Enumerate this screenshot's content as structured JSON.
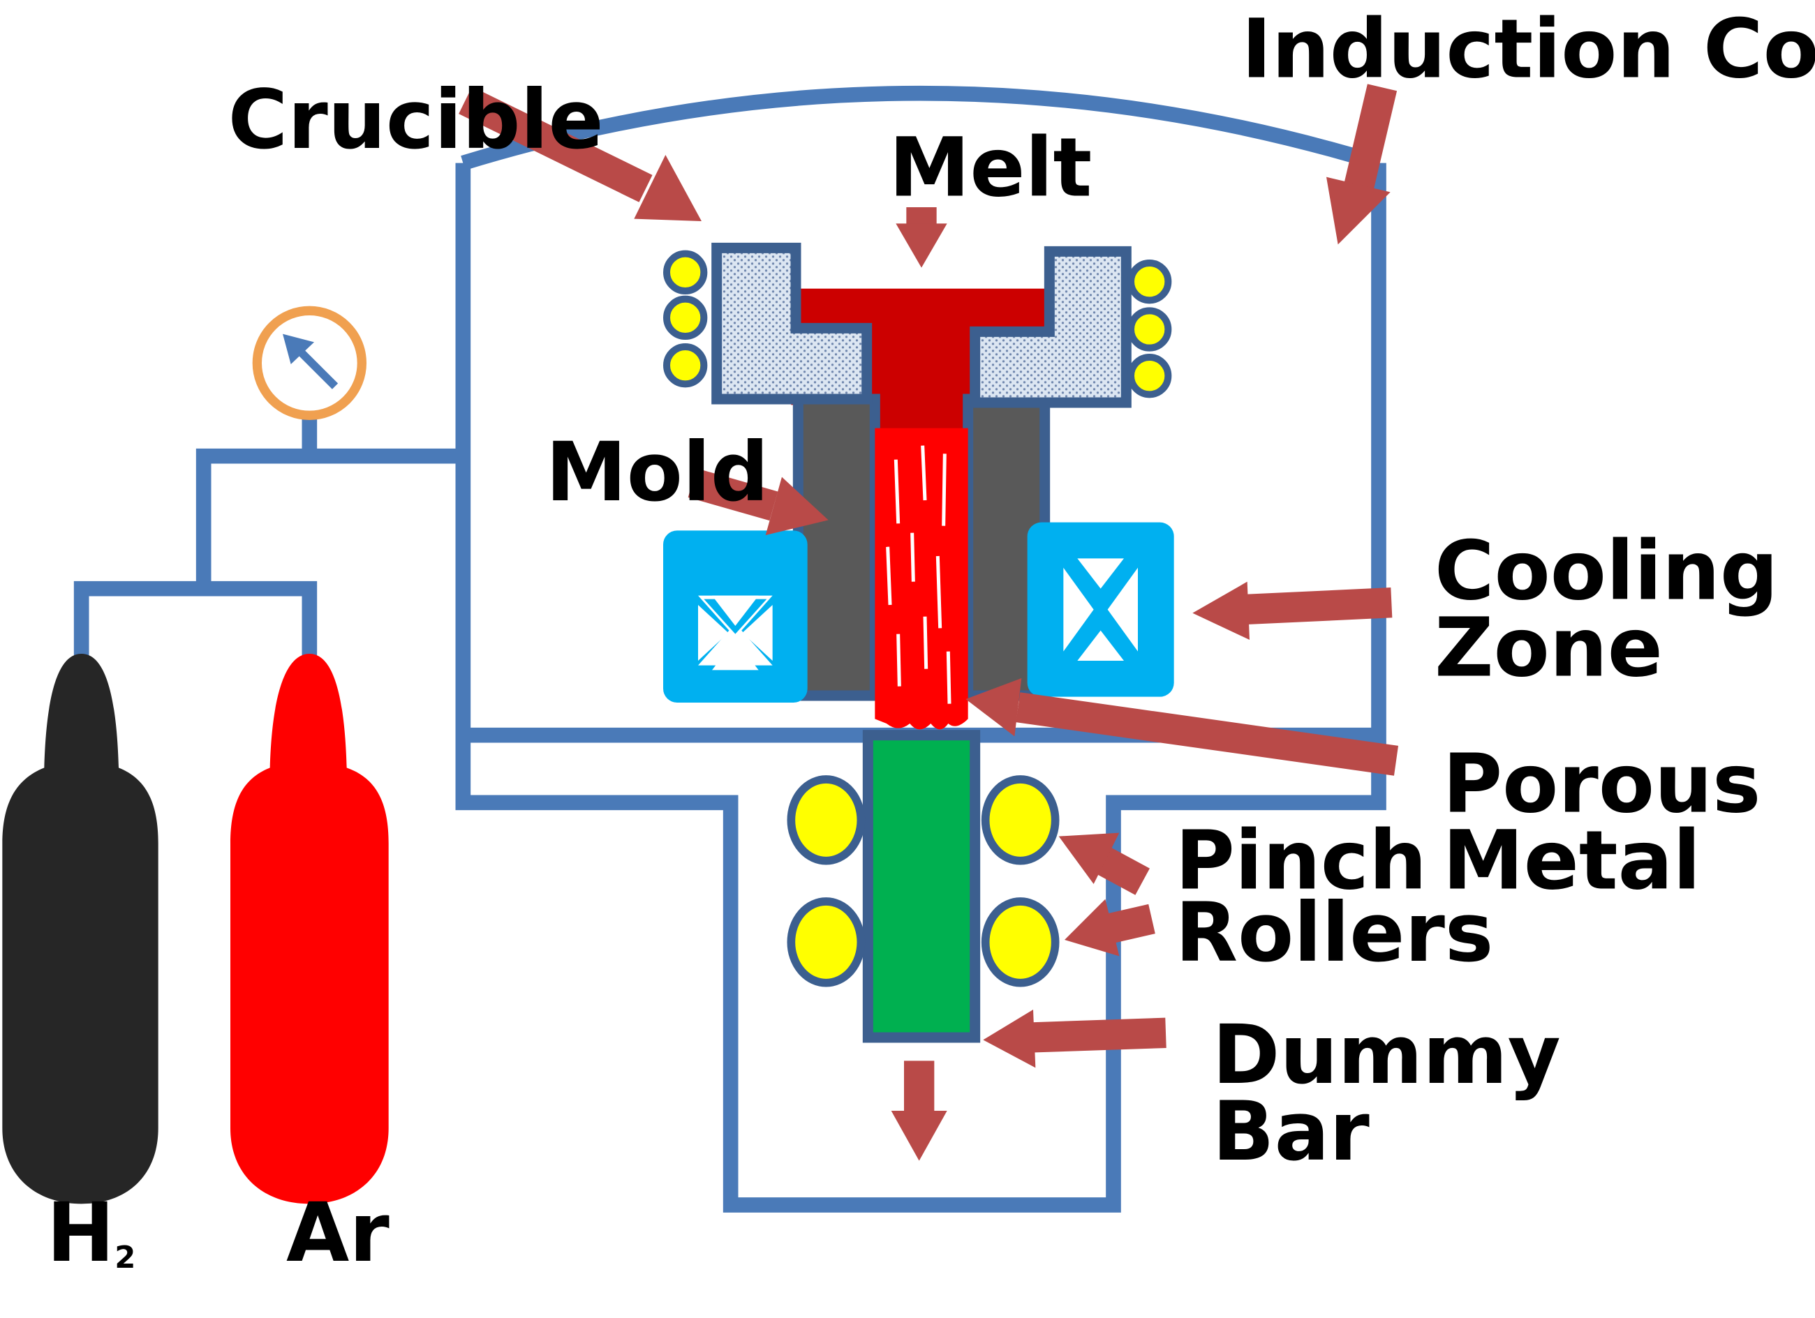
{
  "labels": {
    "induction_coil": "Induction Coil",
    "crucible": "Crucible",
    "melt": "Melt",
    "mold": "Mold",
    "cooling_zone_line1": "Cooling",
    "cooling_zone_line2": "Zone",
    "porous_metal_line1": "Porous",
    "porous_metal_line2": "Metal",
    "pinch_rollers_line1": "Pinch",
    "pinch_rollers_line2": "Rollers",
    "dummy_bar_line1": "Dummy",
    "dummy_bar_line2": "Bar",
    "h2_main": "H",
    "h2_sub": "2",
    "ar": "Ar"
  },
  "colors": {
    "chamber_wall": "#4a7ab8",
    "component_edge": "#3c5f8f",
    "arrow": "#b94a48",
    "melt": "#cc0000",
    "melt_stream": "#ff0000",
    "mold": "#595959",
    "cooling_block": "#00b0f0",
    "coil_fill": "#ffff00",
    "dummy_bar": "#00b050",
    "gauge_ring": "#f0a050",
    "h2_cylinder": "#262626",
    "ar_cylinder": "#ff0000",
    "crucible_fill": "#dce6f2"
  },
  "icons": {
    "gauge": "pressure-gauge-icon",
    "cooling": "hourglass-icon",
    "cylinder_h2": "gas-cylinder-icon",
    "cylinder_ar": "gas-cylinder-icon"
  }
}
